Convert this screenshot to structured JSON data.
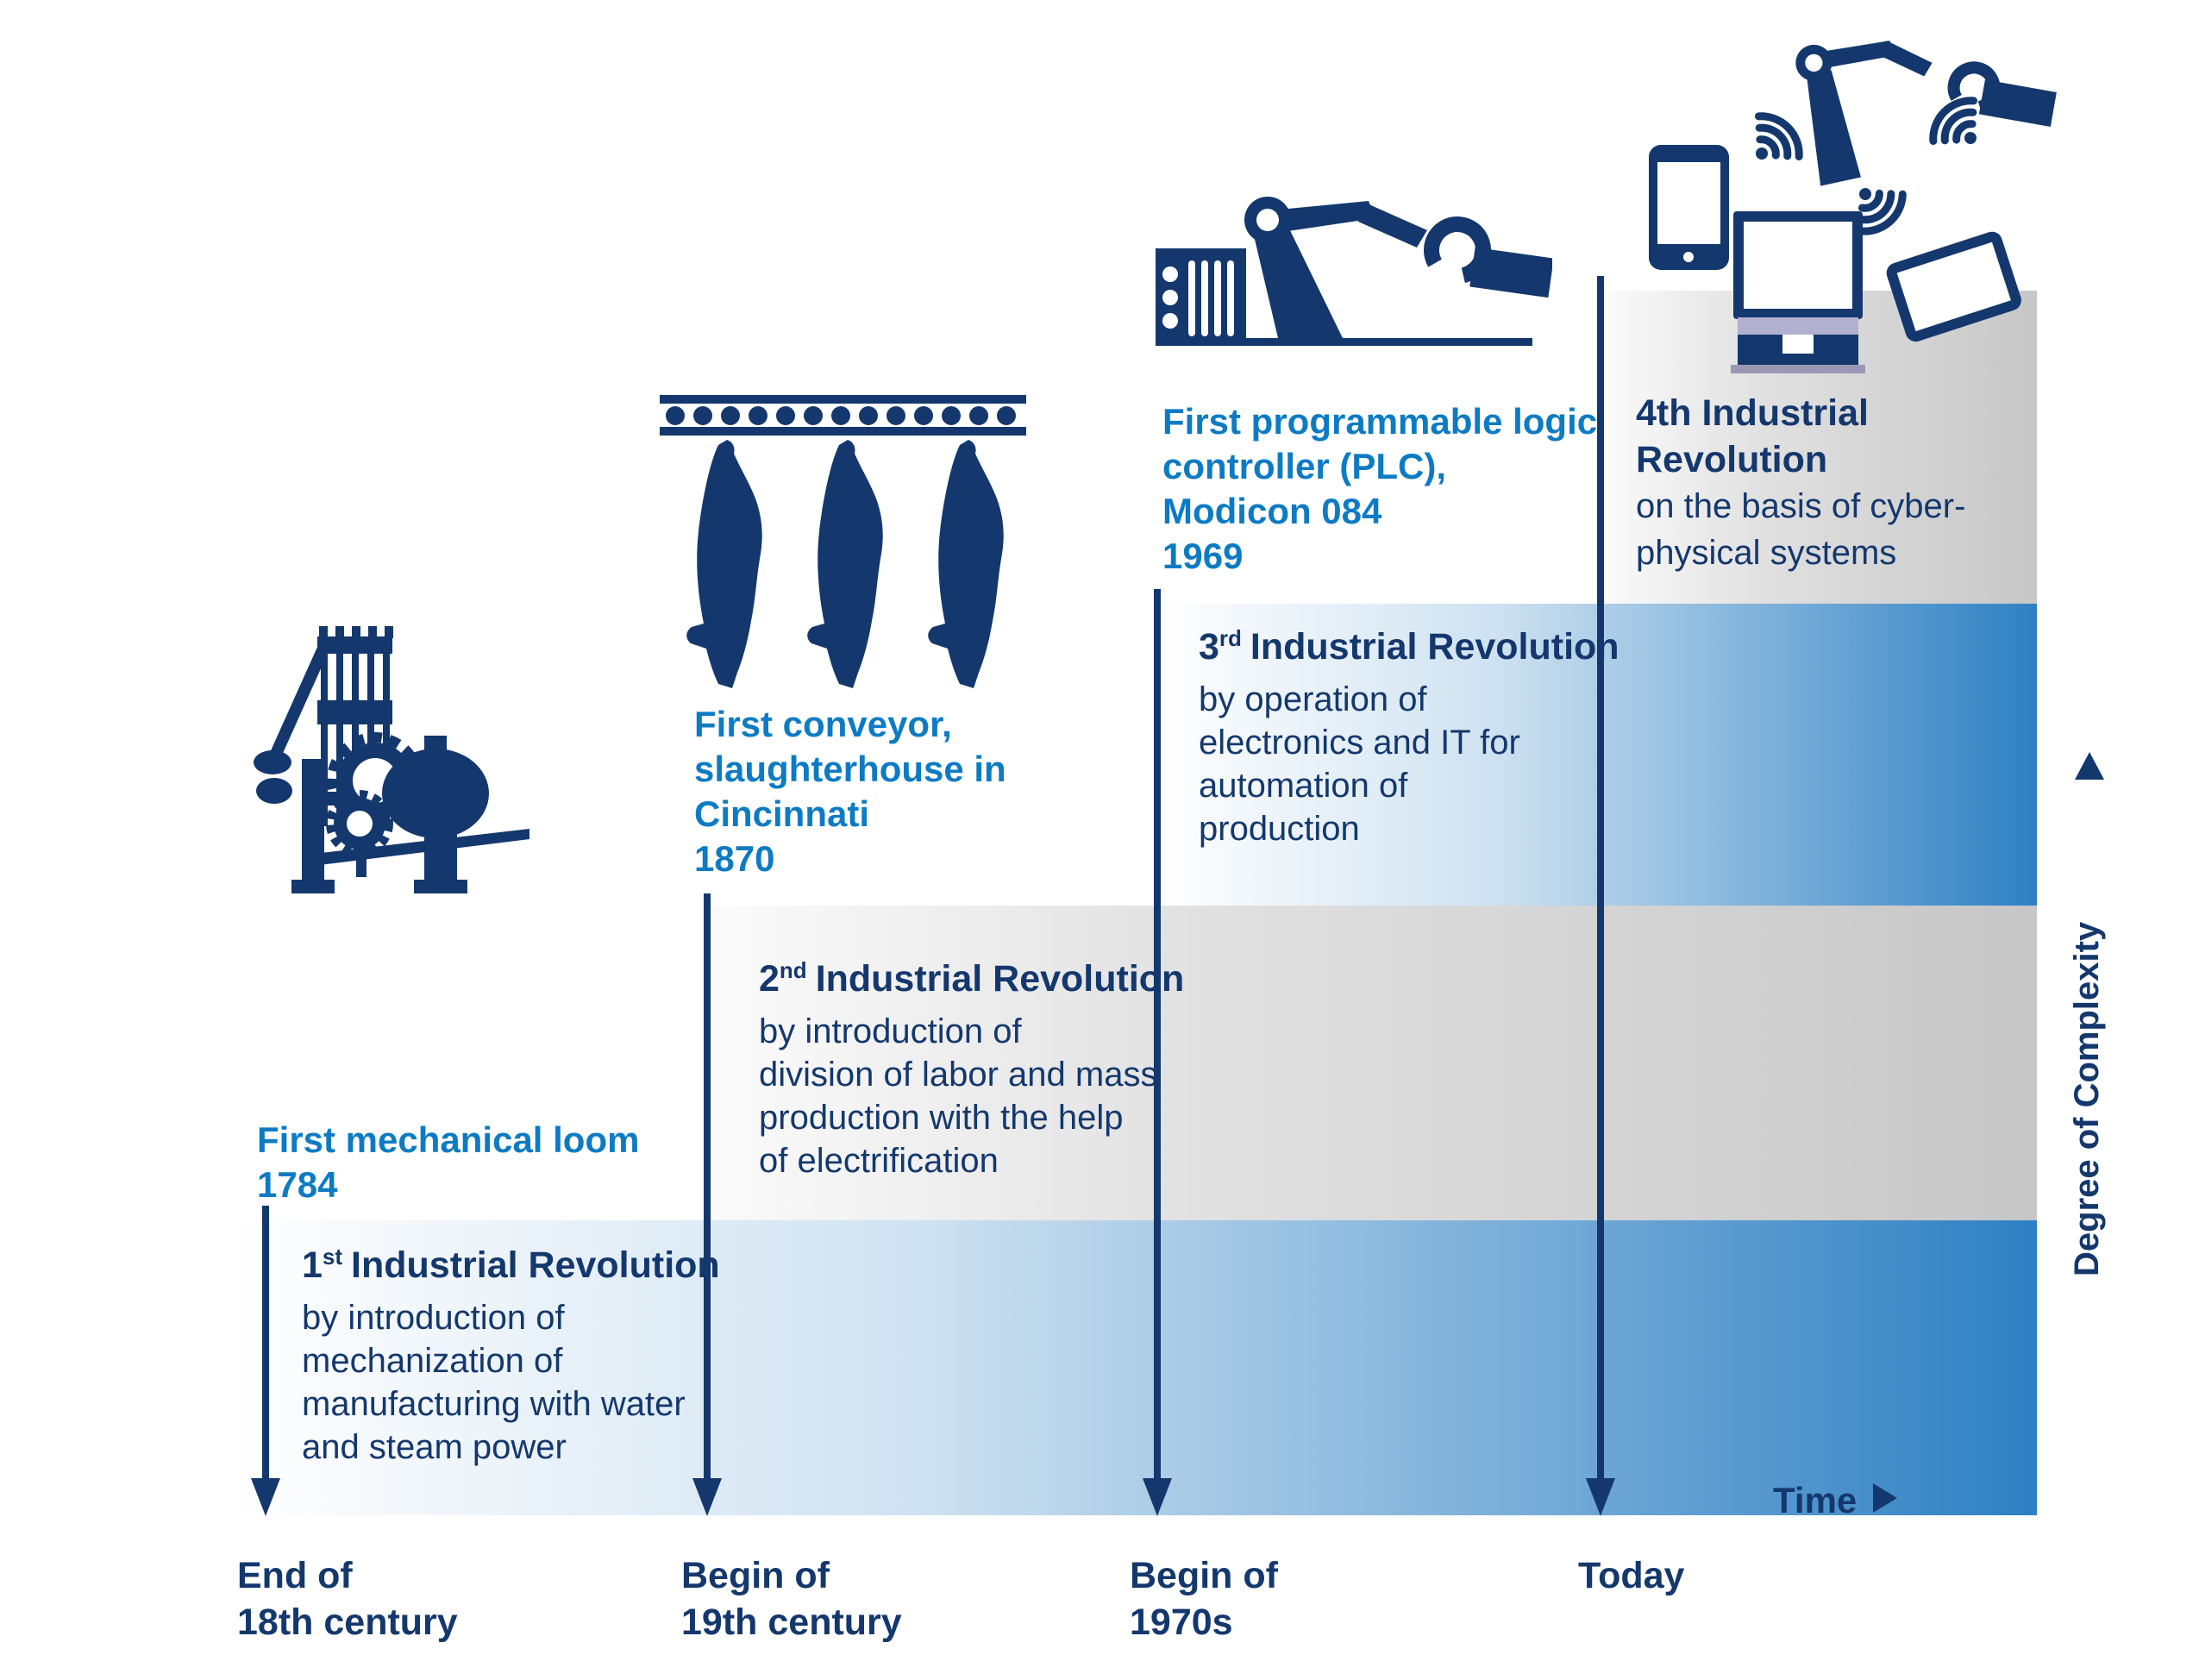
{
  "palette": {
    "navy": "#14386d",
    "bright_blue": "#0d7bc4",
    "band_blue_end": "#2e80c3",
    "band_gray_end": "#c7c7c7",
    "monitor_lavender": "#b2b0cf"
  },
  "axes": {
    "time_label": "Time",
    "complexity_label": "Degree of Complexity"
  },
  "steps": [
    {
      "ordinal": "1",
      "ordinal_suffix": "st",
      "title": "Industrial Revolution",
      "description": [
        "by introduction of",
        "mechanization of",
        "manufacturing with water",
        "and steam power"
      ],
      "event_lines": [
        "First mechanical loom",
        "1784"
      ],
      "tick_lines": [
        "End of",
        "18th century"
      ],
      "icon": "mechanical-loom-icon"
    },
    {
      "ordinal": "2",
      "ordinal_suffix": "nd",
      "title": "Industrial Revolution",
      "description": [
        "by introduction of",
        "division of labor and mass",
        "production with the help",
        "of electrification"
      ],
      "event_lines": [
        "First conveyor,",
        "slaughterhouse in",
        "Cincinnati",
        "1870"
      ],
      "tick_lines": [
        "Begin of",
        "19th century"
      ],
      "icon": "conveyor-slaughterhouse-icon"
    },
    {
      "ordinal": "3",
      "ordinal_suffix": "rd",
      "title": "Industrial Revolution",
      "description": [
        "by operation of",
        "electronics and IT for",
        "automation of",
        "production"
      ],
      "event_lines": [
        "First programmable logic",
        "controller (PLC),",
        "Modicon 084",
        "1969"
      ],
      "tick_lines": [
        "Begin of",
        "1970s"
      ],
      "icon": "robot-arm-icon"
    },
    {
      "title_lines": [
        "4th Industrial",
        "Revolution"
      ],
      "description": [
        "on the basis of cyber-",
        "physical systems"
      ],
      "event_lines": [],
      "tick_lines": [
        "Today"
      ],
      "icon": "cyber-physical-systems-icon"
    }
  ]
}
